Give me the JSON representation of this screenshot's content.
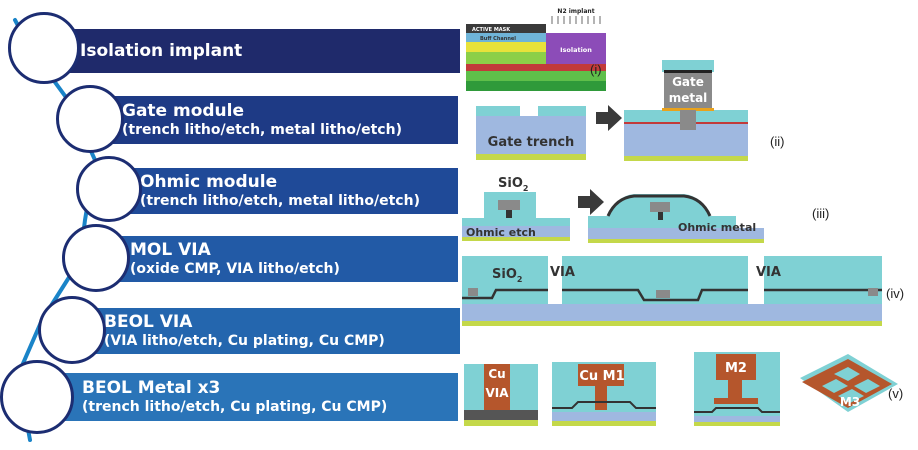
{
  "steps": [
    {
      "title": "Isolation implant",
      "detail": ""
    },
    {
      "title": "Gate module",
      "detail": "(trench litho/etch, metal litho/etch)"
    },
    {
      "title": "Ohmic module",
      "detail": "(trench litho/etch, metal litho/etch)"
    },
    {
      "title": "MOL VIA",
      "detail": "(oxide CMP, VIA litho/etch)"
    },
    {
      "title": "BEOL VIA",
      "detail": "(VIA litho/etch, Cu plating, Cu CMP)"
    },
    {
      "title": "BEOL Metal x3",
      "detail": "(trench litho/etch, Cu plating, Cu CMP)"
    }
  ],
  "band_colors": [
    "#1f2a6b",
    "#1e3a85",
    "#1f4a98",
    "#225aa6",
    "#2466ae",
    "#2a74b8"
  ],
  "panels": {
    "i": {
      "roman": "(i)",
      "top_label": "N2 implant",
      "mask_label": "ACTIVE MASK",
      "channel_label": "Buff Channel",
      "isolation_label": "Isolation"
    },
    "ii": {
      "roman": "(ii)",
      "trench_label": "Gate trench",
      "metal_label_1": "Gate",
      "metal_label_2": "metal"
    },
    "iii": {
      "roman": "(iii)",
      "oxide_label": "SiO",
      "oxide_sub": "2",
      "etch_label": "Ohmic etch",
      "metal_label": "Ohmic metal"
    },
    "iv": {
      "roman": "(iv)",
      "oxide_label": "SiO",
      "oxide_sub": "2",
      "via_label_1": "VIA",
      "via_label_2": "VIA"
    },
    "v": {
      "roman": "(v)",
      "cu_label": "Cu",
      "via_label": "VIA",
      "cum1_label": "Cu M1",
      "m2_label": "M2",
      "m3_label": "M3"
    }
  },
  "colors": {
    "oxide": "#7fd1d4",
    "substrate": "#9fb8e0",
    "metal_gray": "#8a8a8a",
    "copper": "#b5562c",
    "contact_green": "#c4d84a",
    "arrow": "#3a3a3a"
  }
}
